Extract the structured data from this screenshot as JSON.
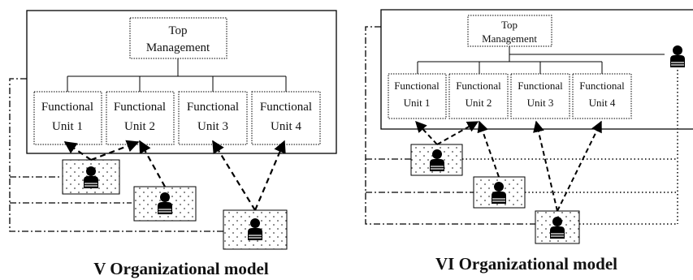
{
  "left_model": {
    "top_management": [
      "Top",
      "Management"
    ],
    "units": [
      [
        "Functional",
        "Unit 1"
      ],
      [
        "Functional",
        "Unit 2"
      ],
      [
        "Functional",
        "Unit 3"
      ],
      [
        "Functional",
        "Unit 4"
      ]
    ],
    "caption": "V Organizational model"
  },
  "right_model": {
    "top_management": [
      "Top",
      "Management"
    ],
    "units": [
      [
        "Functional",
        "Unit 1"
      ],
      [
        "Functional",
        "Unit 2"
      ],
      [
        "Functional",
        "Unit 3"
      ],
      [
        "Functional",
        "Unit 4"
      ]
    ],
    "caption": "VI Organizational model"
  },
  "colors": {
    "stroke": "#000000",
    "background": "#ffffff"
  },
  "icons": {
    "worker": "person-icon",
    "manager": "manager-icon"
  }
}
